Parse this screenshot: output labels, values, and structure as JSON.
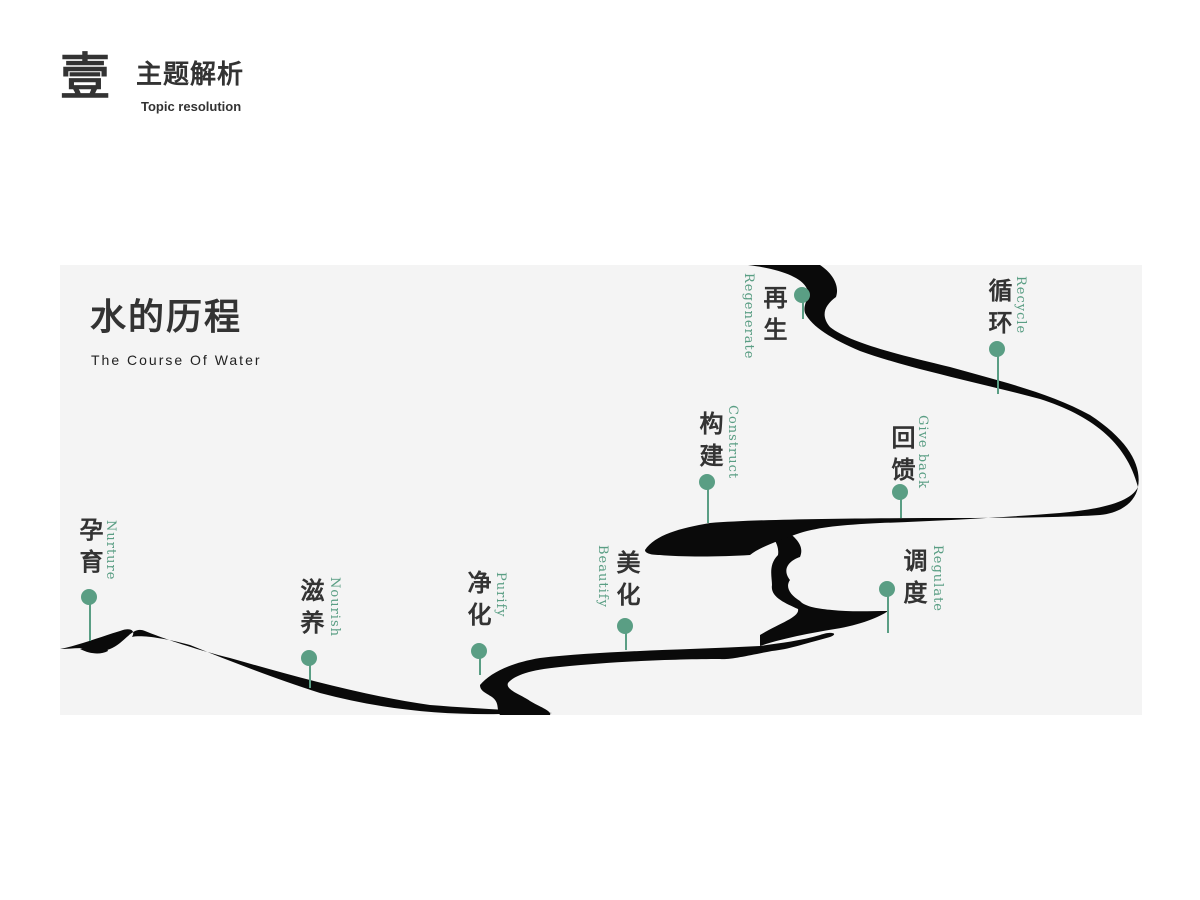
{
  "header": {
    "number": "壹",
    "title": "主题解析",
    "subtitle": "Topic resolution"
  },
  "panel": {
    "title": "水的历程",
    "subtitle": "The Course Of Water"
  },
  "accent_color": "#5a9e84",
  "stages": [
    {
      "zh": "孕育",
      "en": "Nurture"
    },
    {
      "zh": "滋养",
      "en": "Nourish"
    },
    {
      "zh": "净化",
      "en": "Purify"
    },
    {
      "zh": "美化",
      "en": "Beautify"
    },
    {
      "zh": "构建",
      "en": "Construct"
    },
    {
      "zh": "回馈",
      "en": "Give back"
    },
    {
      "zh": "调度",
      "en": "Regulate"
    },
    {
      "zh": "再生",
      "en": "Regenerate"
    },
    {
      "zh": "循环",
      "en": "Recycle"
    }
  ]
}
